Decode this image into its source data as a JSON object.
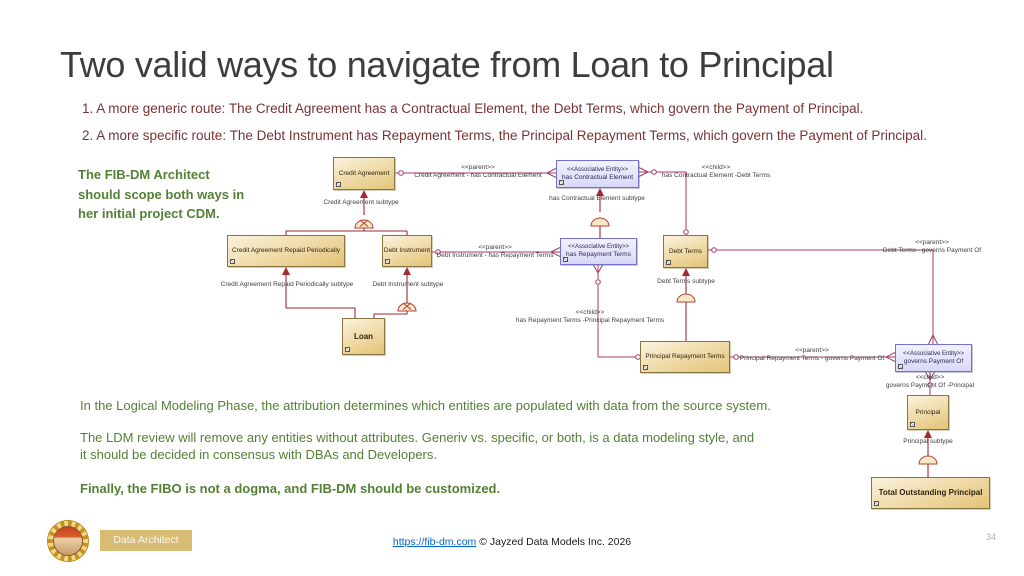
{
  "slide": {
    "title": "Two valid ways to navigate from Loan to Principal",
    "bullets": [
      "1. A more generic route: The Credit Agreement has a Contractual Element, the Debt Terms, which govern the Payment of Principal.",
      "2. A more specific route: The Debt Instrument has Repayment Terms, the Principal Repayment Terms, which govern the Payment of Principal."
    ],
    "callout": "The FIB-DM Architect\nshould scope both ways in\nher initial project CDM.",
    "notes": [
      "In the Logical Modeling Phase, the attribution determines which entities are populated with data from the source system.",
      "The LDM review will remove any entities without attributes. Generiv vs. specific, or both, is a data modeling style, and\nit should be decided in consensus with DBAs and Developers.",
      "Finally, the FIBO is not a dogma, and FIB-DM should be customized."
    ]
  },
  "diagram": {
    "entities": [
      {
        "label": "Credit Agreement"
      },
      {
        "stereotype": "<<Associative Entity>>",
        "label": "has Contractual Element"
      },
      {
        "label": "Credit Agreement Repaid Periodically"
      },
      {
        "label": "Debt Instrument"
      },
      {
        "stereotype": "<<Associative Entity>>",
        "label": "has Repayment Terms"
      },
      {
        "label": "Debt Terms"
      },
      {
        "label": "Loan"
      },
      {
        "label": "Principal Repayment Terms"
      },
      {
        "stereotype": "<<Associative Entity>>",
        "label": "governs Payment Of"
      },
      {
        "label": "Principal"
      },
      {
        "label": "Total Outstanding Principal"
      }
    ],
    "relationships": [
      {
        "stereotype": "<<parent>>",
        "name": "Credit Agreement - has Contractual Element"
      },
      {
        "stereotype": "<<child>>",
        "name": "has Contractual Element -Debt Terms"
      },
      {
        "stereotype": "<<parent>>",
        "name": "Debt Instrument - has Repayment Terms"
      },
      {
        "stereotype": "<<parent>>",
        "name": "Debt Terms - governs Payment Of"
      },
      {
        "stereotype": "<<child>>",
        "name": "has Repayment Terms -Principal Repayment Terms"
      },
      {
        "stereotype": "<<parent>>",
        "name": "Principal Repayment Terms - governs Payment Of"
      },
      {
        "stereotype": "<<child>>",
        "name": "governs Payment Of -Principal"
      }
    ],
    "subtype_labels": [
      "Credit Agreement subtype",
      "has Contractual Element subtype",
      "Credit Agreement Repaid Periodically subtype",
      "Debt Instrument subtype",
      "Debt Terms subtype",
      "Principal subtype"
    ]
  },
  "footer": {
    "badge": "Data Architect",
    "link": "https://fib-dm.com",
    "copyright": "© Jayzed Data Models Inc. 2026",
    "page": "34"
  },
  "colors": {
    "note_green": "#538135",
    "bullet_maroon": "#7a3333",
    "entity_fill": "#efd79a",
    "entity_border": "#8a7440",
    "associative_fill": "#dcdcf8",
    "associative_border": "#7272c8",
    "relationship_line": "#a53b6b",
    "subtype_line": "#9e2b33",
    "footer_badge_bg": "#d8bc74",
    "link_blue": "#0563c1"
  }
}
